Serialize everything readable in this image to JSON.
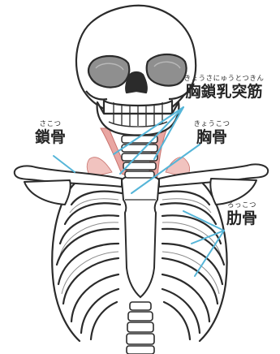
{
  "labels": {
    "scm": {
      "ruby": "きょうさにゅうとつきん",
      "text": "胸鎖乳突筋"
    },
    "clavicle": {
      "ruby": "さこつ",
      "text": "鎖骨"
    },
    "sternum": {
      "ruby": "きょうこつ",
      "text": "胸骨"
    },
    "ribs": {
      "ruby": "ろっこつ",
      "text": "肋骨"
    }
  },
  "colors": {
    "bone_stroke": "#2b2b2b",
    "bone_fill": "#ffffff",
    "muscle": "#e9a6a2",
    "leader": "#55b5d8"
  }
}
